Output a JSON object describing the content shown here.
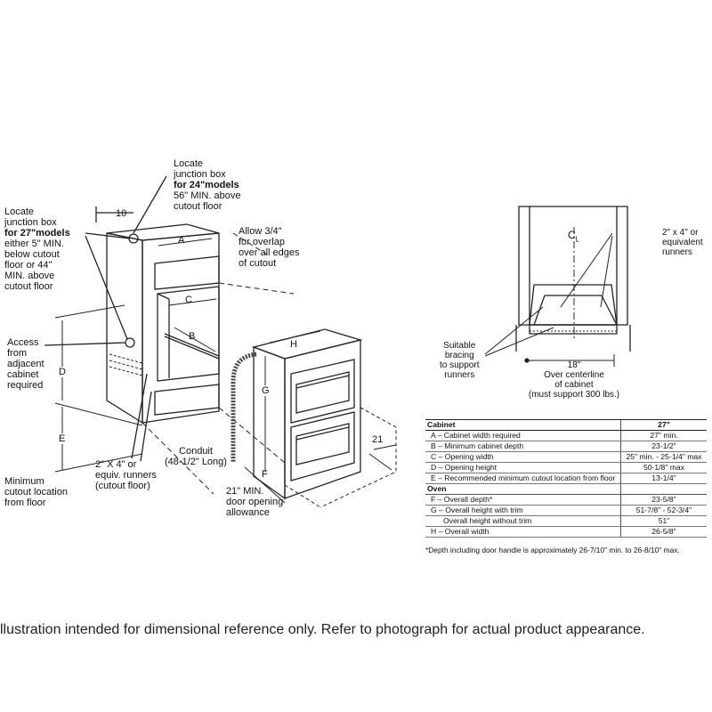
{
  "labels": {
    "junction24": [
      "Locate",
      "junction box",
      "for 24\"models",
      "56\" MIN. above",
      "cutout floor"
    ],
    "junction27": [
      "Locate",
      "junction box",
      "for 27\"models",
      "either 5\" MIN.",
      "below cutout",
      "floor or 44\"",
      "MIN. above",
      "cutout floor"
    ],
    "allow": [
      "Allow 3/4\"",
      "for overlap",
      "over all edges",
      "of cutout"
    ],
    "access": [
      "Access",
      "from",
      "adjacent",
      "cabinet",
      "required"
    ],
    "min_cutout": [
      "Minimum",
      "cutout location",
      "from floor"
    ],
    "runners": [
      "2\" X 4\" or",
      "equiv. runners",
      "(cutout floor)"
    ],
    "conduit": [
      "Conduit",
      "(48-1/2\" Long)"
    ],
    "door_open": [
      "21\" MIN.",
      "door opening",
      "allowance"
    ],
    "bracing": [
      "Suitable",
      "bracing",
      "to support",
      "runners"
    ],
    "equiv_runners": [
      "2\" x 4\" or",
      "equivalent",
      "runners"
    ],
    "centerline": [
      "18\"",
      "Over centerline",
      "of cabinet",
      "(must support 300 lbs.)"
    ]
  },
  "dims": {
    "ten": "10",
    "a": "A",
    "b": "B",
    "c": "C",
    "d": "D",
    "e": "E",
    "f": "F",
    "g": "G",
    "h": "H",
    "twentyone": "21",
    "cl": "C",
    "cl_sub": "L"
  },
  "table": {
    "header": [
      "Cabinet",
      "27\""
    ],
    "cabinet_rows": [
      [
        "A – Cabinet width required",
        "27\" min."
      ],
      [
        "B – Minimum cabinet depth",
        "23-1/2\""
      ],
      [
        "C – Opening width",
        "25\" min. - 25-1/4\" max"
      ],
      [
        "D – Opening height",
        "50-1/8\" max"
      ],
      [
        "E – Recommended minimum cutout location from floor",
        "13-1/4\""
      ]
    ],
    "oven_title": "Oven",
    "oven_rows": [
      [
        "F – Overall depth*",
        "23-5/8\""
      ],
      [
        "G – Overall height with trim",
        "51-7/8\" - 52-3/4\""
      ],
      [
        "Overall height without trim",
        "51\""
      ],
      [
        "H – Overall width",
        "26-5/8\""
      ]
    ],
    "footnote": "*Depth including door handle is approximately 26-7/10\" min. to 26-8/10\" max."
  },
  "disclaimer": "llustration intended for dimensional reference only. Refer to photograph for actual product appearance."
}
